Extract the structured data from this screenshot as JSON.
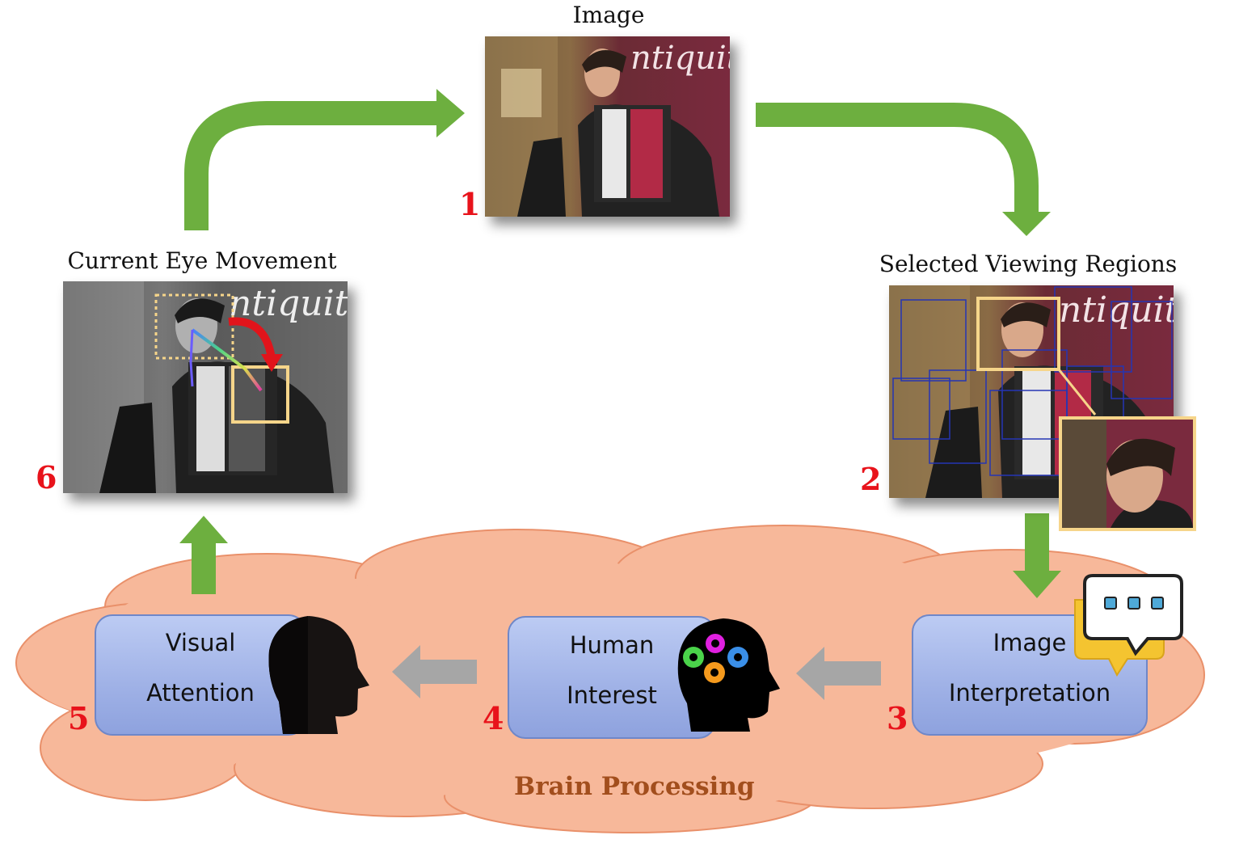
{
  "titles": {
    "image": "Image",
    "selected": "Selected Viewing Regions",
    "eye": "Current Eye Movement"
  },
  "steps": {
    "s1": "1",
    "s2": "2",
    "s3": "3",
    "s4": "4",
    "s5": "5",
    "s6": "6"
  },
  "boxes": {
    "interpretation": {
      "line1": "Image",
      "line2": "Interpretation"
    },
    "interest": {
      "line1": "Human",
      "line2": "Interest"
    },
    "attention": {
      "line1": "Visual",
      "line2": "Attention"
    }
  },
  "cloud_label": "Brain Processing",
  "photo_text": "ntiquite",
  "colors": {
    "flow_arrow": "#6daf3f",
    "process_arrow": "#a6a6a6",
    "cloud": "#f7b89a",
    "step_number": "#e8131b",
    "box": "#a9b9ec",
    "highlight": "#f6d58a",
    "region_box": "#2535b4",
    "gaze_arrow": "#e1141b"
  },
  "icons": {
    "chat": "chat-bubble-icon",
    "gears_head": "head-gears-icon",
    "head": "head-silhouette-icon"
  }
}
